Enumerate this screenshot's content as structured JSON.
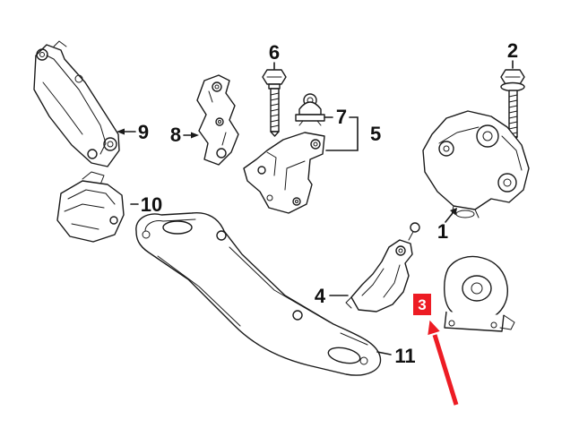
{
  "diagram": {
    "colors": {
      "background": "#ffffff",
      "line": "#1a1a1a",
      "highlight": "#ed1c24",
      "highlight_text": "#ffffff"
    },
    "labels": {
      "l1": "1",
      "l2": "2",
      "l3": "3",
      "l4": "4",
      "l5": "5",
      "l6": "6",
      "l7": "7",
      "l8": "8",
      "l9": "9",
      "l10": "10",
      "l11": "11"
    },
    "highlighted_item": "3"
  }
}
